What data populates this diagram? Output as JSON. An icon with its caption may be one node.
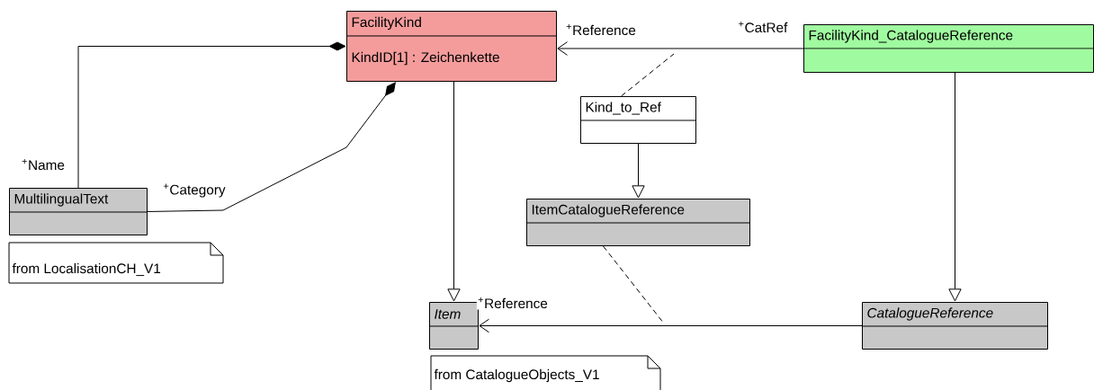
{
  "diagram": {
    "nodes": [
      {
        "text": [
          "FacilityKind",
          "KindID[1] : Zeichenkette"
        ]
      },
      {
        "text": [
          "FacilityKind_CatalogueReference"
        ]
      },
      {
        "text": [
          "Kind_to_Ref"
        ]
      },
      {
        "text": [
          "ItemCatalogueReference"
        ]
      },
      {
        "text": [
          "MultilingualText"
        ]
      },
      {
        "text": [
          "from LocalisationCH_V1"
        ]
      },
      {
        "text": [
          "Item"
        ]
      },
      {
        "text": [
          "CatalogueReference"
        ]
      },
      {
        "text": [
          "from CatalogueObjects_V1"
        ]
      }
    ],
    "edges": [
      {
        "from": 4,
        "to": 0,
        "arrow": "other",
        "label": "$^{+}$Name"
      },
      {
        "from": 4,
        "to": 0,
        "arrow": "other",
        "label": "$^{+}$Category"
      },
      {
        "from": 0,
        "to": 6,
        "arrow": "to"
      },
      {
        "from": 1,
        "to": 0,
        "arrow": "to",
        "label": "$^{+}$Reference"
      },
      {
        "from": 2,
        "to": null,
        "arrow": "none",
        "style": "dashed"
      },
      {
        "from": 2,
        "to": 3,
        "arrow": "to"
      },
      {
        "from": 1,
        "to": 7,
        "arrow": "to"
      },
      {
        "from": 7,
        "to": 6,
        "arrow": "to",
        "label": "$^{+}$Reference"
      },
      {
        "from": 3,
        "to": null,
        "arrow": "none",
        "style": "dashed"
      }
    ],
    "labels": [
      "$^{+}$CatRef"
    ]
  }
}
